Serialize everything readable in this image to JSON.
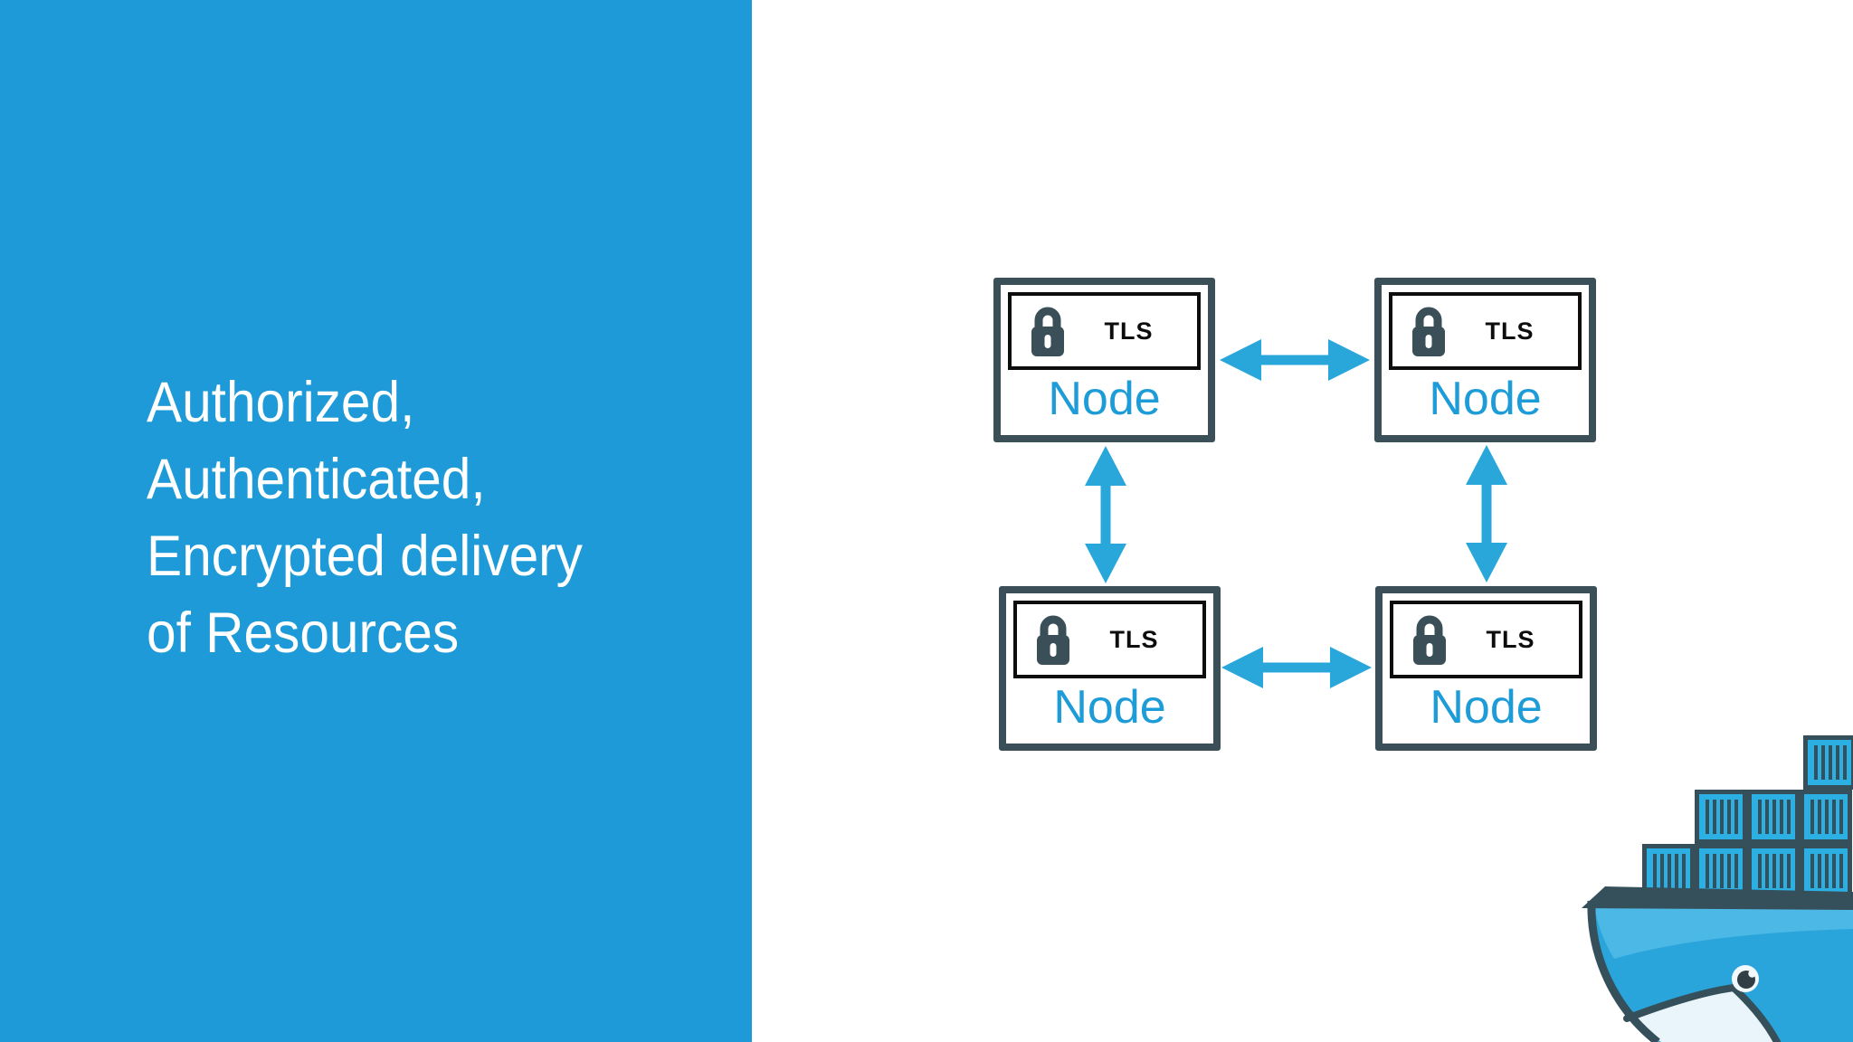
{
  "slide": {
    "title_lines": [
      "Authorized,",
      "Authenticated,",
      "Encrypted delivery",
      "of Resources"
    ],
    "colors": {
      "panel_blue": "#1D9AD7",
      "title_text": "#FFFFFF",
      "canvas_bg": "#FFFFFF"
    }
  },
  "diagram": {
    "nodes": [
      {
        "position": "top-left",
        "badge": "TLS",
        "label": "Node"
      },
      {
        "position": "top-right",
        "badge": "TLS",
        "label": "Node"
      },
      {
        "position": "bottom-left",
        "badge": "TLS",
        "label": "Node"
      },
      {
        "position": "bottom-right",
        "badge": "TLS",
        "label": "Node"
      }
    ],
    "edges": [
      {
        "from": "top-left",
        "to": "top-right",
        "style": "double-headed-arrow"
      },
      {
        "from": "top-left",
        "to": "bottom-left",
        "style": "double-headed-arrow"
      },
      {
        "from": "top-right",
        "to": "bottom-right",
        "style": "double-headed-arrow"
      },
      {
        "from": "bottom-left",
        "to": "bottom-right",
        "style": "double-headed-arrow"
      }
    ],
    "icons": {
      "badge_icon": "lock-icon"
    },
    "colors": {
      "node_border": "#3A4F58",
      "badge_border": "#0D0D0D",
      "node_label": "#1E9CD8",
      "arrow": "#29A7DB",
      "lock": "#3A4F58"
    }
  },
  "logo": {
    "icon": "docker-whale-logo",
    "colors": {
      "body": "#29A5DB",
      "highlight": "#4CB8E6",
      "container": "#2CB0E3",
      "outline": "#36505B",
      "belly": "#E9F5FA"
    }
  }
}
